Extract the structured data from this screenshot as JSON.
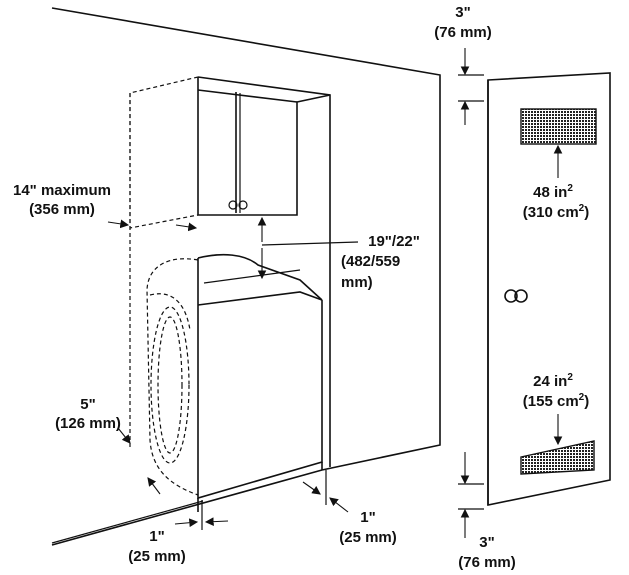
{
  "labels": {
    "top_clearance": "3\"",
    "top_clearance_mm": "(76 mm)",
    "upper_vent_area": "48 in",
    "upper_vent_area_sup": "2",
    "upper_vent_area_metric": "(310 cm",
    "upper_vent_area_metric_sup": "2",
    "upper_vent_area_metric_close": ")",
    "lower_vent_area": "24 in",
    "lower_vent_area_sup": "2",
    "lower_vent_area_metric": "(155 cm",
    "lower_vent_area_metric_sup": "2",
    "lower_vent_area_metric_close": ")",
    "bottom_clearance": "3\"",
    "bottom_clearance_mm": "(76 mm)",
    "cabinet_depth": "14\" maximum",
    "cabinet_depth_mm": "(356 mm)",
    "lid_clearance": "19\"/22\"",
    "lid_clearance_mm_1": "(482/559",
    "lid_clearance_mm_2": "mm)",
    "front_clearance": "5\"",
    "front_clearance_mm": "(126 mm)",
    "side_clearance_left": "1\"",
    "side_clearance_left_mm": "(25 mm)",
    "side_clearance_right": "1\"",
    "side_clearance_right_mm": "(25 mm)"
  },
  "colors": {
    "line": "#111111",
    "vent_fill": "#3a3a3a",
    "background": "#ffffff"
  }
}
